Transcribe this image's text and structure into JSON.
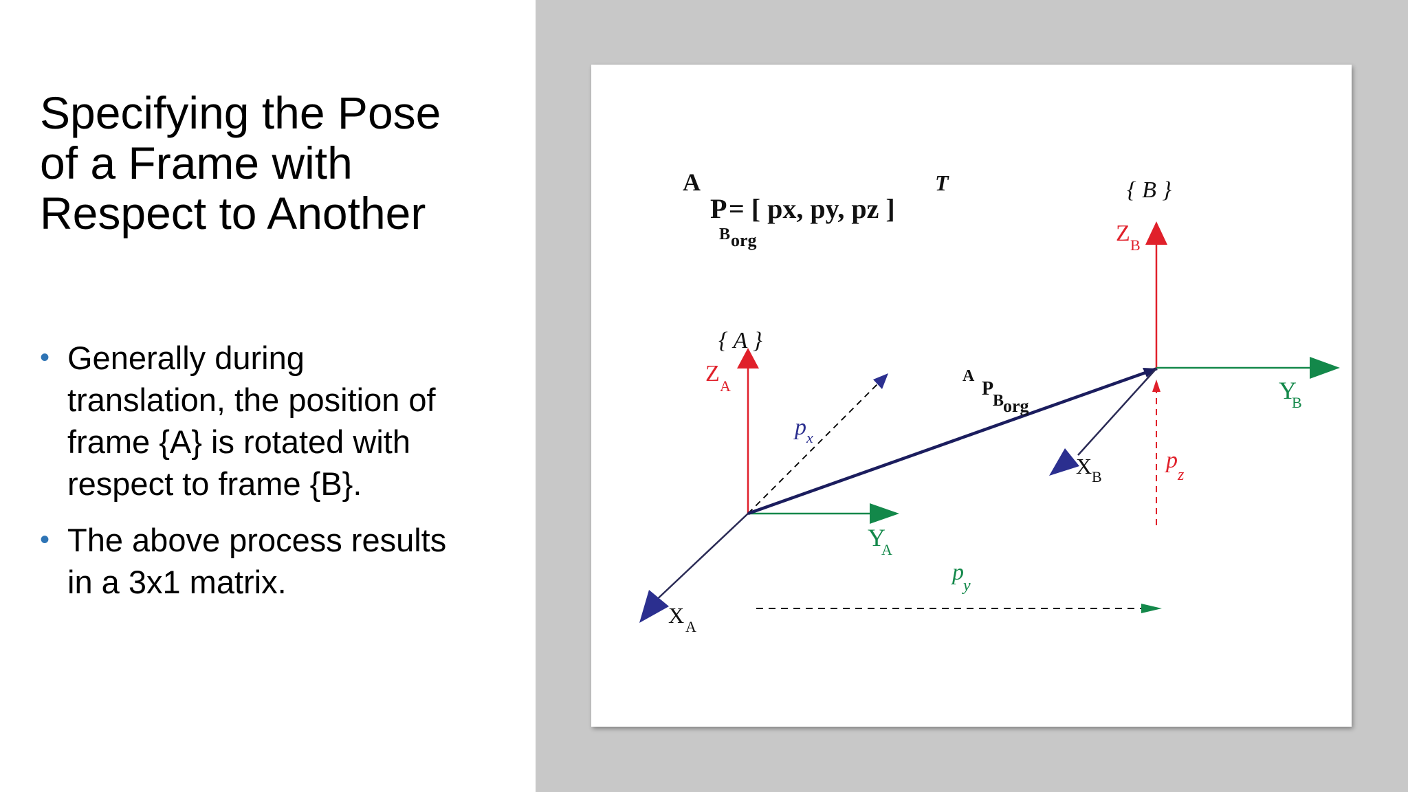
{
  "slide": {
    "title_lines": [
      "Specifying the Pose",
      "of a Frame with",
      "Respect to Another"
    ],
    "bullets": [
      {
        "lines": [
          "Generally during",
          "translation, the position of",
          "frame {A} is rotated with",
          "respect to frame {B}."
        ]
      },
      {
        "lines": [
          "The above process results",
          "in a 3x1 matrix."
        ]
      }
    ],
    "bullet_symbol": "•"
  },
  "figure": {
    "equation": {
      "sup_left": "A",
      "p": "P",
      "body": "= [ px, py, pz ]",
      "sub_b": "B",
      "sub_org": "org",
      "sup_t": "T"
    },
    "frame_a": {
      "label": "{ A }",
      "z": "Z",
      "z_sub": "A",
      "y": "Y",
      "y_sub": "A",
      "x": "X",
      "x_sub": "A"
    },
    "frame_b": {
      "label": "{ B }",
      "z": "Z",
      "z_sub": "B",
      "y": "Y",
      "y_sub": "B",
      "x": "X",
      "x_sub": "B"
    },
    "vector_label": {
      "sup": "A",
      "p": "P",
      "sub_b": "B",
      "sub_org": "org"
    },
    "components": {
      "px": "p",
      "px_sub": "x",
      "py": "p",
      "py_sub": "y",
      "pz": "p",
      "pz_sub": "z"
    },
    "colors": {
      "z_axis": "#e0202a",
      "y_axis": "#13884a",
      "x_axis": "#2b2f8f",
      "vector": "#1b1d5e",
      "text_dark": "#111111"
    }
  }
}
